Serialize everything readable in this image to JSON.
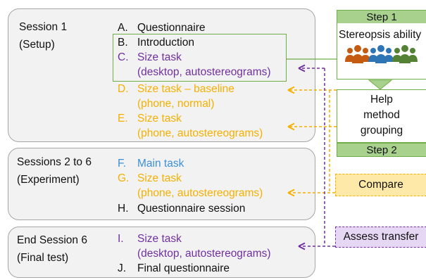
{
  "colors": {
    "purple": "#7030a0",
    "orange": "#f5b000",
    "blue": "#3c8fd8",
    "green_fill": "#a9d18e",
    "green_border": "#70ad47",
    "compare_fill": "#ffe9a8",
    "assess_fill": "#e6d8f5",
    "panel_fill": "#f2f2f2",
    "person_orange": "#c55a11",
    "person_blue": "#2e75b6",
    "person_green": "#548235"
  },
  "sessions": [
    {
      "title": [
        "Session 1",
        "(Setup)"
      ],
      "items": [
        {
          "letter": "A.",
          "lines": [
            "Questionnaire"
          ],
          "color": "black"
        },
        {
          "letter": "B.",
          "lines": [
            "Introduction"
          ],
          "color": "black"
        },
        {
          "letter": "C.",
          "lines": [
            "Size task",
            "(desktop, autostereograms)"
          ],
          "color": "purple"
        },
        {
          "letter": "D.",
          "lines": [
            "Size task – baseline",
            "(phone, normal)"
          ],
          "color": "orange"
        },
        {
          "letter": "E.",
          "lines": [
            "Size task",
            "(phone, autostereograms)"
          ],
          "color": "orange"
        }
      ]
    },
    {
      "title": [
        "Sessions 2 to 6",
        "(Experiment)"
      ],
      "items": [
        {
          "letter": "F.",
          "lines": [
            "Main task"
          ],
          "color": "blue"
        },
        {
          "letter": "G.",
          "lines": [
            "Size task",
            "(phone, autostereograms)"
          ],
          "color": "orange"
        },
        {
          "letter": "H.",
          "lines": [
            "Questionnaire session"
          ],
          "color": "black"
        }
      ]
    },
    {
      "title": [
        "End Session 6",
        "(Final test)"
      ],
      "items": [
        {
          "letter": "I.",
          "lines": [
            "Size task",
            "(desktop, autostereograms)"
          ],
          "color": "purple"
        },
        {
          "letter": "J.",
          "lines": [
            "Final questionnaire"
          ],
          "color": "black"
        }
      ]
    }
  ],
  "steps": {
    "step1_label": "Step 1",
    "step1_text": "Stereopsis ability",
    "help_text": [
      "Help",
      "method",
      "grouping"
    ],
    "step2_label": "Step 2"
  },
  "compare_label": "Compare",
  "assess_label": "Assess transfer"
}
